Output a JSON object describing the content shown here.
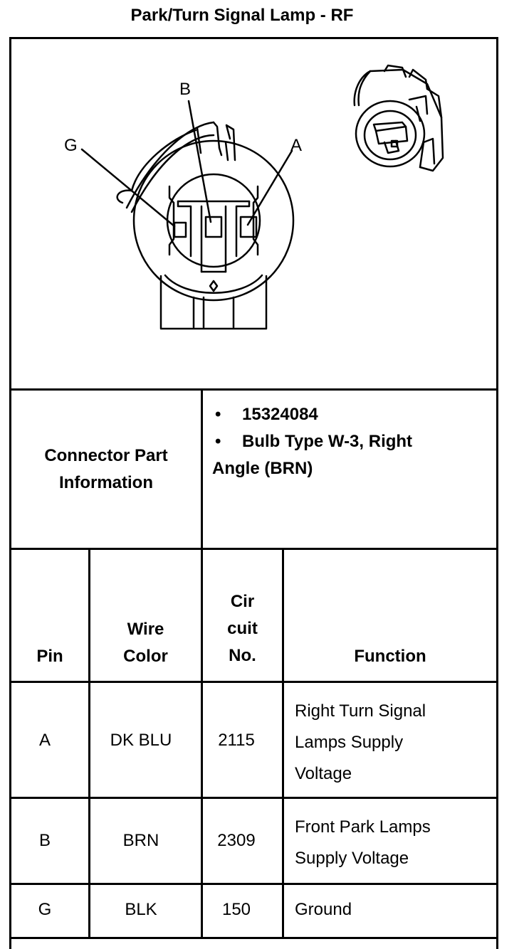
{
  "title": "Park/Turn Signal Lamp - RF",
  "diagram": {
    "pin_labels": {
      "g": "G",
      "b": "B",
      "a": "A"
    }
  },
  "connector_info": {
    "label_line1": "Connector Part",
    "label_line2": "Information",
    "bullet_symbol": "•",
    "part_number": "15324084",
    "description_line1": "Bulb Type W-3, Right",
    "description_line2": "Angle (BRN)"
  },
  "table": {
    "headers": {
      "pin": "Pin",
      "wire_color_line1": "Wire",
      "wire_color_line2": "Color",
      "circuit_line1": "Cir",
      "circuit_line2": "cuit",
      "circuit_line3": "No.",
      "function": "Function"
    },
    "rows": [
      {
        "pin": "A",
        "wire_color": "DK BLU",
        "circuit": "2115",
        "function_lines": [
          "Right Turn Signal",
          "Lamps Supply",
          "Voltage"
        ]
      },
      {
        "pin": "B",
        "wire_color": "BRN",
        "circuit": "2309",
        "function_lines": [
          "Front Park Lamps",
          "Supply Voltage"
        ]
      },
      {
        "pin": "G",
        "wire_color": "BLK",
        "circuit": "150",
        "function_lines": [
          "Ground"
        ]
      }
    ]
  }
}
